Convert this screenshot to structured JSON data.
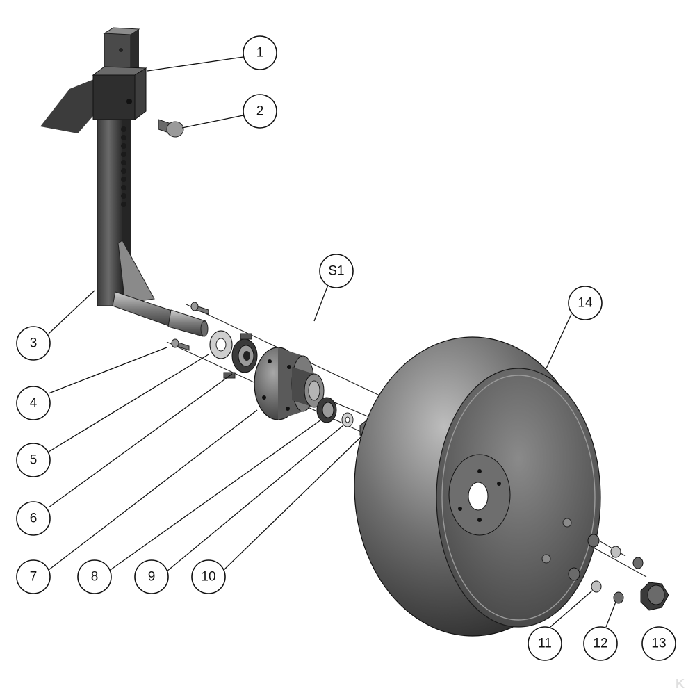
{
  "callouts": [
    {
      "id": "c1",
      "label": "1"
    },
    {
      "id": "c2",
      "label": "2"
    },
    {
      "id": "c3",
      "label": "3"
    },
    {
      "id": "c4",
      "label": "4"
    },
    {
      "id": "c5",
      "label": "5"
    },
    {
      "id": "c6",
      "label": "6"
    },
    {
      "id": "c7",
      "label": "7"
    },
    {
      "id": "c8",
      "label": "8"
    },
    {
      "id": "c9",
      "label": "9"
    },
    {
      "id": "c10",
      "label": "10"
    },
    {
      "id": "cS1",
      "label": "S1"
    },
    {
      "id": "c11",
      "label": "11"
    },
    {
      "id": "c12",
      "label": "12"
    },
    {
      "id": "c13",
      "label": "13"
    },
    {
      "id": "c14",
      "label": "14"
    }
  ],
  "watermark": {
    "text": "K"
  },
  "colors": {
    "metal_dark": "#2a2a2a",
    "metal_mid": "#5a5a5a",
    "metal_light": "#bdbdbd",
    "line": "#111111"
  }
}
